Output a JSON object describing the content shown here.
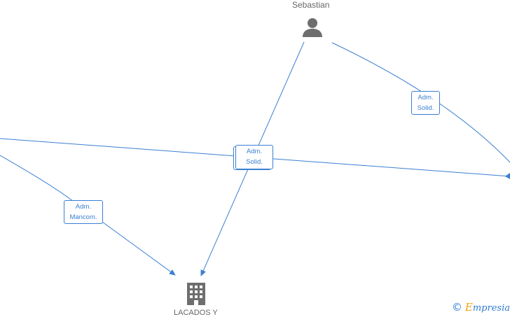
{
  "nodes": {
    "person": {
      "name": "Sebastian",
      "icon": "person-icon"
    },
    "company": {
      "name": "LACADOS Y",
      "icon": "building-icon"
    }
  },
  "edge_labels": {
    "center": {
      "line1": "Adm.",
      "line2": "Solid."
    },
    "right": {
      "line1": "Adm.",
      "line2": "Solid."
    },
    "left": {
      "line1": "Adm.",
      "line2": "Mancom."
    }
  },
  "footer": {
    "copyright_symbol": "©",
    "brand_first": "E",
    "brand_rest": "mpresia"
  },
  "colors": {
    "edge": "#3a7fd1",
    "node_icon": "#6e6e6e",
    "brand": "#2f7bd0",
    "brand_accent": "#f0a30a"
  }
}
